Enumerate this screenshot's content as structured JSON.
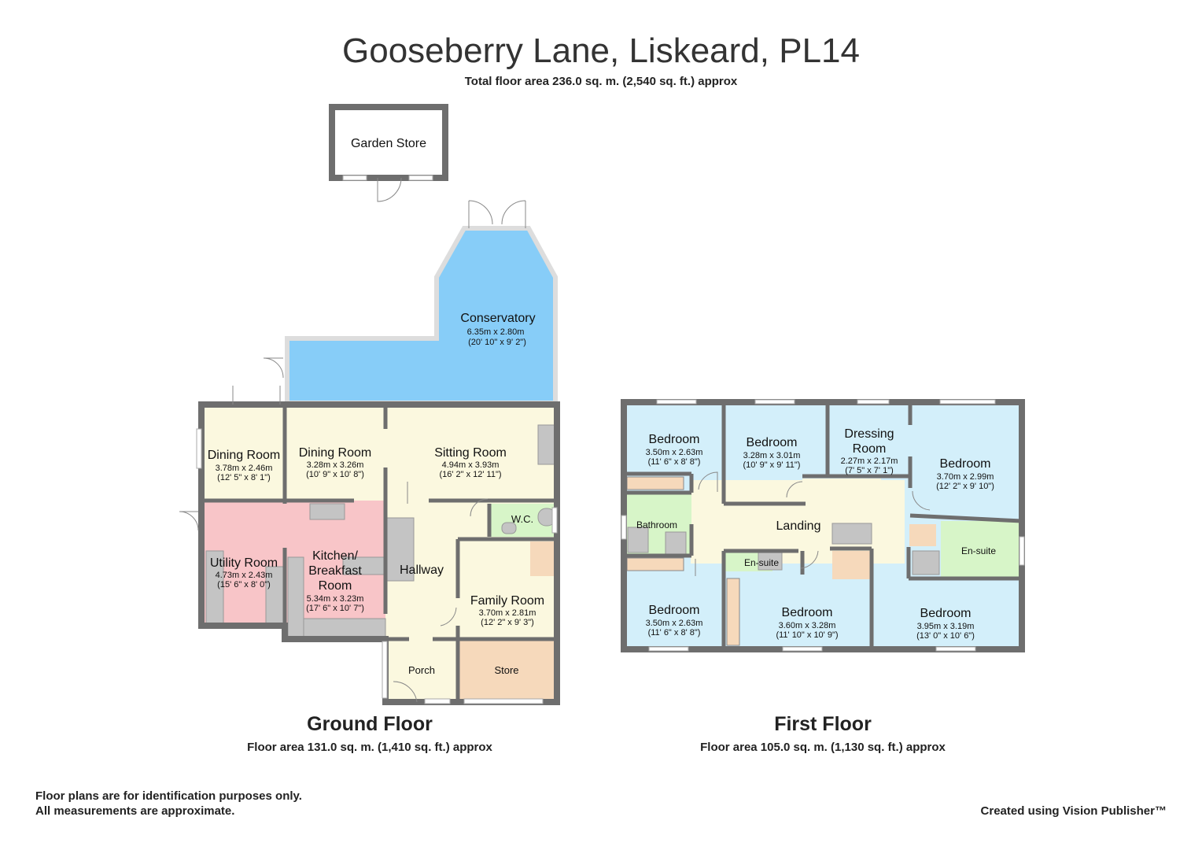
{
  "header": {
    "title": "Gooseberry Lane, Liskeard, PL14",
    "subtitle": "Total floor area 236.0 sq. m. (2,540 sq. ft.) approx"
  },
  "colors": {
    "wall": "#6e6e6e",
    "cream": "#fbf8df",
    "blue_room": "#d3effa",
    "conservatory": "#87cdf8",
    "kitchen": "#f8c5c8",
    "wet_room": "#d7f5c8",
    "store": "#f6d9bb",
    "fixture": "#c4c4c4"
  },
  "ground_floor": {
    "label": "Ground Floor",
    "area": "Floor area 131.0 sq. m. (1,410 sq. ft.) approx",
    "rooms": {
      "garden_store": {
        "name": "Garden Store"
      },
      "conservatory": {
        "name": "Conservatory",
        "metric": "6.35m x 2.80m",
        "imperial": "(20' 10\" x 9' 2\")"
      },
      "dining1": {
        "name": "Dining Room",
        "metric": "3.78m x 2.46m",
        "imperial": "(12' 5\" x 8' 1\")"
      },
      "dining2": {
        "name": "Dining Room",
        "metric": "3.28m x 3.26m",
        "imperial": "(10' 9\" x 10' 8\")"
      },
      "sitting": {
        "name": "Sitting Room",
        "metric": "4.94m x 3.93m",
        "imperial": "(16' 2\" x 12' 11\")"
      },
      "wc": {
        "name": "W.C."
      },
      "utility": {
        "name": "Utility Room",
        "metric": "4.73m x 2.43m",
        "imperial": "(15' 6\" x 8' 0\")"
      },
      "kitchen": {
        "name1": "Kitchen/",
        "name2": "Breakfast",
        "name3": "Room",
        "metric": "5.34m x 3.23m",
        "imperial": "(17' 6\" x 10' 7\")"
      },
      "hallway": {
        "name": "Hallway"
      },
      "family": {
        "name": "Family Room",
        "metric": "3.70m x 2.81m",
        "imperial": "(12' 2\" x 9' 3\")"
      },
      "porch": {
        "name": "Porch"
      },
      "store": {
        "name": "Store"
      }
    }
  },
  "first_floor": {
    "label": "First Floor",
    "area": "Floor area 105.0 sq. m. (1,130 sq. ft.) approx",
    "rooms": {
      "bed1": {
        "name": "Bedroom",
        "metric": "3.50m x 2.63m",
        "imperial": "(11' 6\" x 8' 8\")"
      },
      "bed2": {
        "name": "Bedroom",
        "metric": "3.28m x 3.01m",
        "imperial": "(10' 9\" x 9' 11\")"
      },
      "dressing": {
        "name1": "Dressing",
        "name2": "Room",
        "metric": "2.27m x 2.17m",
        "imperial": "(7' 5\" x 7' 1\")"
      },
      "bed3": {
        "name": "Bedroom",
        "metric": "3.70m x 2.99m",
        "imperial": "(12' 2\" x 9' 10\")"
      },
      "bathroom": {
        "name": "Bathroom"
      },
      "landing": {
        "name": "Landing"
      },
      "ensuite1": {
        "name": "En-suite"
      },
      "ensuite2": {
        "name": "En-suite"
      },
      "bed4": {
        "name": "Bedroom",
        "metric": "3.50m x 2.63m",
        "imperial": "(11' 6\" x 8' 8\")"
      },
      "bed5": {
        "name": "Bedroom",
        "metric": "3.60m x 3.28m",
        "imperial": "(11' 10\" x 10' 9\")"
      },
      "bed6": {
        "name": "Bedroom",
        "metric": "3.95m x 3.19m",
        "imperial": "(13' 0\" x 10' 6\")"
      }
    }
  },
  "footer": {
    "disclaimer1": "Floor plans are for identification purposes only.",
    "disclaimer2": "All measurements are approximate.",
    "credit": "Created using Vision Publisher™"
  }
}
